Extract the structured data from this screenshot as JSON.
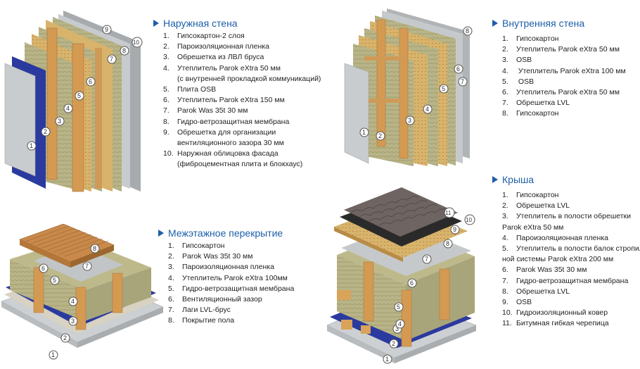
{
  "sections": [
    {
      "id": "outer-wall",
      "title": "Наружная стена",
      "items": [
        {
          "n": "1.",
          "text": "Гипсокартон-2 слоя"
        },
        {
          "n": "2.",
          "text": "Пароизоляционная пленка"
        },
        {
          "n": "3.",
          "text": "Обрешетка из ЛВЛ бруса"
        },
        {
          "n": "4.",
          "text": "Утеплитель Parok eXtra 50 мм",
          "cont": "(с внутренней прокладкой коммуникаций)"
        },
        {
          "n": "5.",
          "text": "Плита OSB"
        },
        {
          "n": "6.",
          "text": "Утеплитель Parok eXtra 150 мм"
        },
        {
          "n": "7.",
          "text": "Parok Was 35t 30 мм"
        },
        {
          "n": "8.",
          "text": "Гидро-ветрозащитная мембрана"
        },
        {
          "n": "9.",
          "text": "Обрешетка для организации",
          "cont": "вентиляционного зазора 30 мм"
        },
        {
          "n": "10.",
          "text": "Наружная облицовка фасада",
          "cont": "(фиброцементная плита и блокхаус)"
        }
      ]
    },
    {
      "id": "inner-wall",
      "title": "Внутренняя стена",
      "items": [
        {
          "n": "1.",
          "text": "Гипсокартон"
        },
        {
          "n": "2.",
          "text": "Утеплитель Parok eXtra 50 мм"
        },
        {
          "n": "3.",
          "text": "OSB"
        },
        {
          "n": "4.",
          "text": " Утеплитель Parok eXtra 100 мм"
        },
        {
          "n": "5.",
          "text": " OSB"
        },
        {
          "n": "6.",
          "text": "Утеплитель Parok eXtra 50 мм"
        },
        {
          "n": "7.",
          "text": "Обрешетка LVL"
        },
        {
          "n": "8.",
          "text": "Гипсокартон"
        }
      ]
    },
    {
      "id": "floor",
      "title": "Межэтажное перекрытие",
      "items": [
        {
          "n": "1.",
          "text": "Гипсокартон"
        },
        {
          "n": "2.",
          "text": "Parok Was 35t 30 мм"
        },
        {
          "n": "3.",
          "text": "Пароизоляционная пленка"
        },
        {
          "n": "4.",
          "text": "Утеплитель Parok eXtra 100мм"
        },
        {
          "n": "5.",
          "text": "Гидро-ветрозащитная мембрана"
        },
        {
          "n": "6.",
          "text": "Вентиляционный зазор"
        },
        {
          "n": "7.",
          "text": "Лаги LVL-брус"
        },
        {
          "n": "8.",
          "text": "Покрытие пола"
        }
      ]
    },
    {
      "id": "roof",
      "title": "Крыша",
      "items": [
        {
          "n": "1.",
          "text": "Гипсокартон"
        },
        {
          "n": "2.",
          "text": "Обрешетка LVL"
        },
        {
          "n": "3.",
          "text": "Утеплитель в полости обрешетки",
          "wrap": "Parok eXtra 50 мм"
        },
        {
          "n": "4.",
          "text": "Пароизоляционная пленка"
        },
        {
          "n": "5.",
          "text": "Утеплитель в полости балок стропиль-",
          "wrap": "ной системы Parok eXtra 200 мм"
        },
        {
          "n": "6.",
          "text": "Parok Was 35t 30 мм"
        },
        {
          "n": "7.",
          "text": "Гидро-ветрозащитная мембрана"
        },
        {
          "n": "8.",
          "text": "Обрешетка LVL"
        },
        {
          "n": "9.",
          "text": "OSB"
        },
        {
          "n": "10.",
          "text": "Гидроизоляционный ковер"
        },
        {
          "n": "11.",
          "text": "Битумная гибкая черепица"
        }
      ]
    }
  ],
  "figures": {
    "outer_wall_callouts": [
      "1",
      "2",
      "3",
      "4",
      "5",
      "6",
      "7",
      "8",
      "9",
      "10"
    ],
    "inner_wall_callouts": [
      "1",
      "2",
      "3",
      "4",
      "5",
      "6",
      "7",
      "8"
    ],
    "floor_callouts": [
      "1",
      "2",
      "3",
      "4",
      "5",
      "6",
      "7",
      "8"
    ],
    "roof_callouts": [
      "1",
      "2",
      "3",
      "4",
      "5",
      "6",
      "7",
      "8",
      "9",
      "10",
      "11"
    ]
  },
  "colors": {
    "title_blue": "#1e5fa8",
    "insulation": "#b9b58a",
    "wood": "#d9a35a",
    "membrane_blue": "#2d3fa0",
    "gypsum": "#c9ccce",
    "shingle": "#6e6462"
  }
}
